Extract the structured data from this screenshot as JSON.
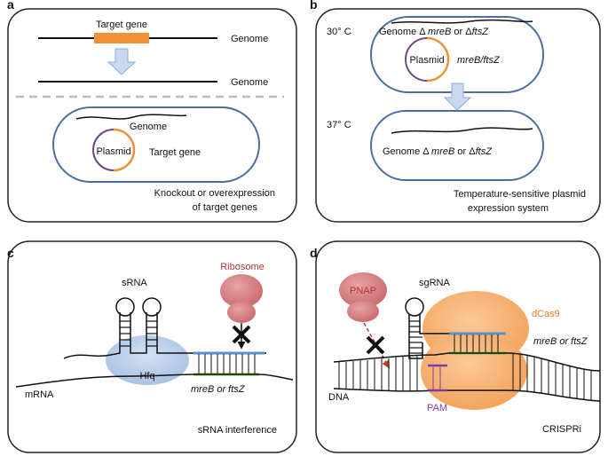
{
  "panels": {
    "a": {
      "letter": "a",
      "target_gene": "Target gene",
      "genome_top": "Genome",
      "genome_bottom": "Genome",
      "cell_genome": "Genome",
      "plasmid": "Plasmid",
      "cell_target_gene": "Target gene",
      "caption_line1": "Knockout or overexpression",
      "caption_line2": "of target genes"
    },
    "b": {
      "letter": "b",
      "temp_top": "30° C",
      "genome_prefix": "Genome Δ ",
      "gene1": "mreB",
      "or": " or ",
      "delta": "Δ",
      "gene2": "ftsZ",
      "plasmid": "Plasmid",
      "plasmid_genes": "mreB/ftsZ",
      "temp_bottom": "37° C",
      "caption_line1": "Temperature-sensitive plasmid",
      "caption_line2": "expression system"
    },
    "c": {
      "letter": "c",
      "ribosome": "Ribosome",
      "srna": "sRNA",
      "hfq": "Hfq",
      "target": "mreB or ftsZ",
      "mrna": "mRNA",
      "caption": "sRNA interference"
    },
    "d": {
      "letter": "d",
      "pnap": "PNAP",
      "sgrna": "sgRNA",
      "dcas9": "dCas9",
      "target": "mreB or ftsZ",
      "dna": "DNA",
      "pam": "PAM",
      "caption": "CRISPRi"
    }
  },
  "colors": {
    "target_gene": "#F0913A",
    "cell_border": "#4A6FA0",
    "plasmid_purple": "#6B4A8A",
    "plasmid_orange": "#F0913A",
    "arrow_fill": "#C9DAF0",
    "arrow_stroke": "#8FAAD6",
    "ribosome": "#D4787A",
    "ribosome_text": "#B03A3E",
    "hfq": "#B4C9E6",
    "srna_blue": "#5B8FD0",
    "mrna_green": "#7CC24A",
    "dcas9": "#F5A862",
    "dcas9_text": "#E67E22",
    "pam": "#7A3FA0",
    "pnap_text": "#B03A3E",
    "dashed_arrow": "#C0392B"
  }
}
